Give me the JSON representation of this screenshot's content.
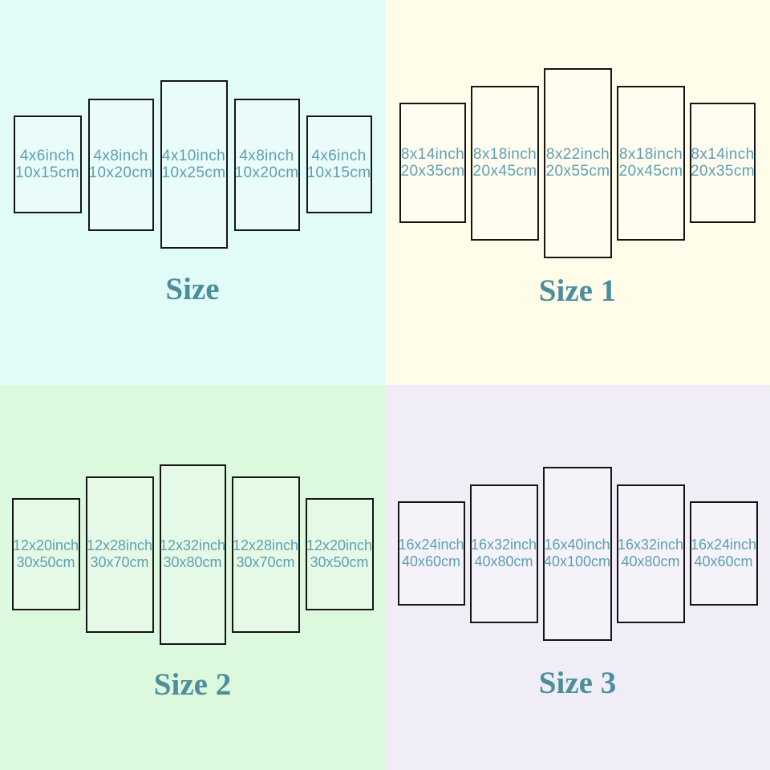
{
  "colors": {
    "quadrant_backgrounds": [
      "#e1fbf9",
      "#fffde9",
      "#dcf9dd",
      "#f1edf7"
    ],
    "panel_border": "#151515",
    "label_text": "#5d9fb2",
    "title_text": "#4e8e9c"
  },
  "quadrants": [
    {
      "title": "Size",
      "panels": [
        {
          "inch": "4x6inch",
          "cm": "10x15cm"
        },
        {
          "inch": "4x8inch",
          "cm": "10x20cm"
        },
        {
          "inch": "4x10inch",
          "cm": "10x25cm"
        },
        {
          "inch": "4x8inch",
          "cm": "10x20cm"
        },
        {
          "inch": "4x6inch",
          "cm": "10x15cm"
        }
      ]
    },
    {
      "title": "Size 1",
      "panels": [
        {
          "inch": "8x14inch",
          "cm": "20x35cm"
        },
        {
          "inch": "8x18inch",
          "cm": "20x45cm"
        },
        {
          "inch": "8x22inch",
          "cm": "20x55cm"
        },
        {
          "inch": "8x18inch",
          "cm": "20x45cm"
        },
        {
          "inch": "8x14inch",
          "cm": "20x35cm"
        }
      ]
    },
    {
      "title": "Size 2",
      "panels": [
        {
          "inch": "12x20inch",
          "cm": "30x50cm"
        },
        {
          "inch": "12x28inch",
          "cm": "30x70cm"
        },
        {
          "inch": "12x32inch",
          "cm": "30x80cm"
        },
        {
          "inch": "12x28inch",
          "cm": "30x70cm"
        },
        {
          "inch": "12x20inch",
          "cm": "30x50cm"
        }
      ]
    },
    {
      "title": "Size 3",
      "panels": [
        {
          "inch": "16x24inch",
          "cm": "40x60cm"
        },
        {
          "inch": "16x32inch",
          "cm": "40x80cm"
        },
        {
          "inch": "16x40inch",
          "cm": "40x100cm"
        },
        {
          "inch": "16x32inch",
          "cm": "40x80cm"
        },
        {
          "inch": "16x24inch",
          "cm": "40x60cm"
        }
      ]
    }
  ]
}
